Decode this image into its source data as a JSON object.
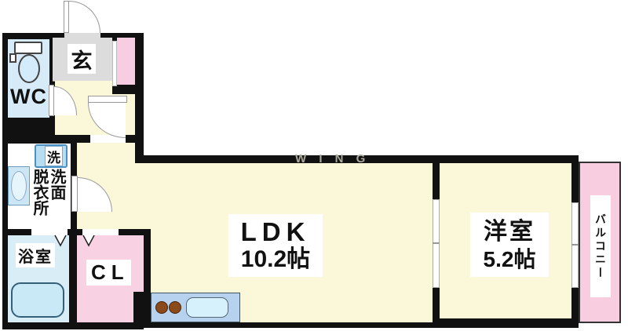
{
  "watermark_text": "W I N G",
  "colors": {
    "wall": "#111111",
    "floor_cream": "#fbf8da",
    "genkan_gray": "#dcdcdc",
    "closet_pink": "#f8d2e3",
    "balcony_pink": "#f9cde0",
    "wet_area_blue": "#d6ebf7",
    "kitchen_counter_blue": "#b7d2ef"
  },
  "rooms": {
    "genkan": {
      "label": "玄"
    },
    "wc": {
      "label": "WC"
    },
    "washroom": {
      "washer_label": "洗",
      "label_right_column": "洗面",
      "label_left_column": "脱衣所"
    },
    "bathroom": {
      "label": "浴室"
    },
    "closet": {
      "label": "CL"
    },
    "ldk": {
      "label": "LDK",
      "area": "10.2帖"
    },
    "western_room": {
      "label": "洋室",
      "area": "5.2帖"
    },
    "balcony": {
      "label": "バルコニー"
    }
  }
}
